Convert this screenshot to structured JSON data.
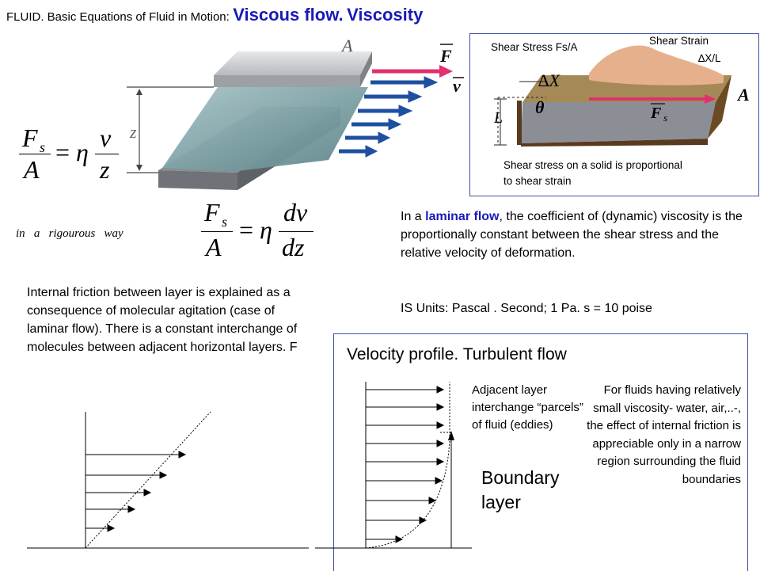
{
  "title": {
    "prefix": "FLUID. Basic Equations of Fluid in Motion",
    "colon": ":",
    "main": "Viscous flow",
    "dot": ".",
    "sub": "Viscosity"
  },
  "figure_left": {
    "label_A": "A",
    "label_F": "F",
    "label_v": "v",
    "label_z": "z"
  },
  "equations": {
    "eq1_lhs_num": "F",
    "eq1_lhs_sub": "s",
    "eq1_lhs_den": "A",
    "eq1_eq": "=",
    "eq1_eta": "η",
    "eq1_rhs_num": "v",
    "eq1_rhs_den": "z",
    "rigorous_text": "in   a   rigourous   way",
    "eq2_lhs_num": "F",
    "eq2_lhs_sub": "s",
    "eq2_lhs_den": "A",
    "eq2_eq": "=",
    "eq2_eta": "η",
    "eq2_rhs_num": "dv",
    "eq2_rhs_den": "dz"
  },
  "inset": {
    "shear_stress_label": "Shear Stress  Fs/A",
    "shear_strain_label": "Shear Strain",
    "shear_strain_formula": "∆X/L",
    "delta_x": "∆X",
    "theta": "θ",
    "L": "L",
    "Fs": "F",
    "Fs_sub": "s",
    "A": "A",
    "caption": "Shear stress on a solid is proportional to shear strain"
  },
  "laminar": {
    "text_before": "In a ",
    "highlight": "laminar flow",
    "text_after": ", the coefficient of (dynamic) viscosity is the proportionally constant between the shear stress and the relative velocity of deformation.",
    "units": "IS Units: Pascal . Second; 1 Pa. s = 10 poise"
  },
  "internal_friction": "Internal friction between layer is explained as a consequence of molecular agitation (case of laminar flow). There is a constant interchange of molecules between adjacent horizontal layers. F",
  "turbulent": {
    "heading": "Velocity profile. Turbulent flow",
    "adjacent": "Adjacent layer interchange “parcels” of fluid (eddies)",
    "boundary": "Boundary layer",
    "fluids_text": "For fluids having relatively small viscosity- water, air,..-, the effect of internal friction is appreciable only in a narrow region surrounding the fluid boundaries"
  },
  "colors": {
    "title_blue": "#1a1ab8",
    "frame_blue": "#3c4ea6",
    "arrow_blue": "#1f4fa0",
    "arrow_pink": "#e0306f",
    "plate_gray": "#c9ccd0",
    "fluid": "#7fa3a8"
  }
}
